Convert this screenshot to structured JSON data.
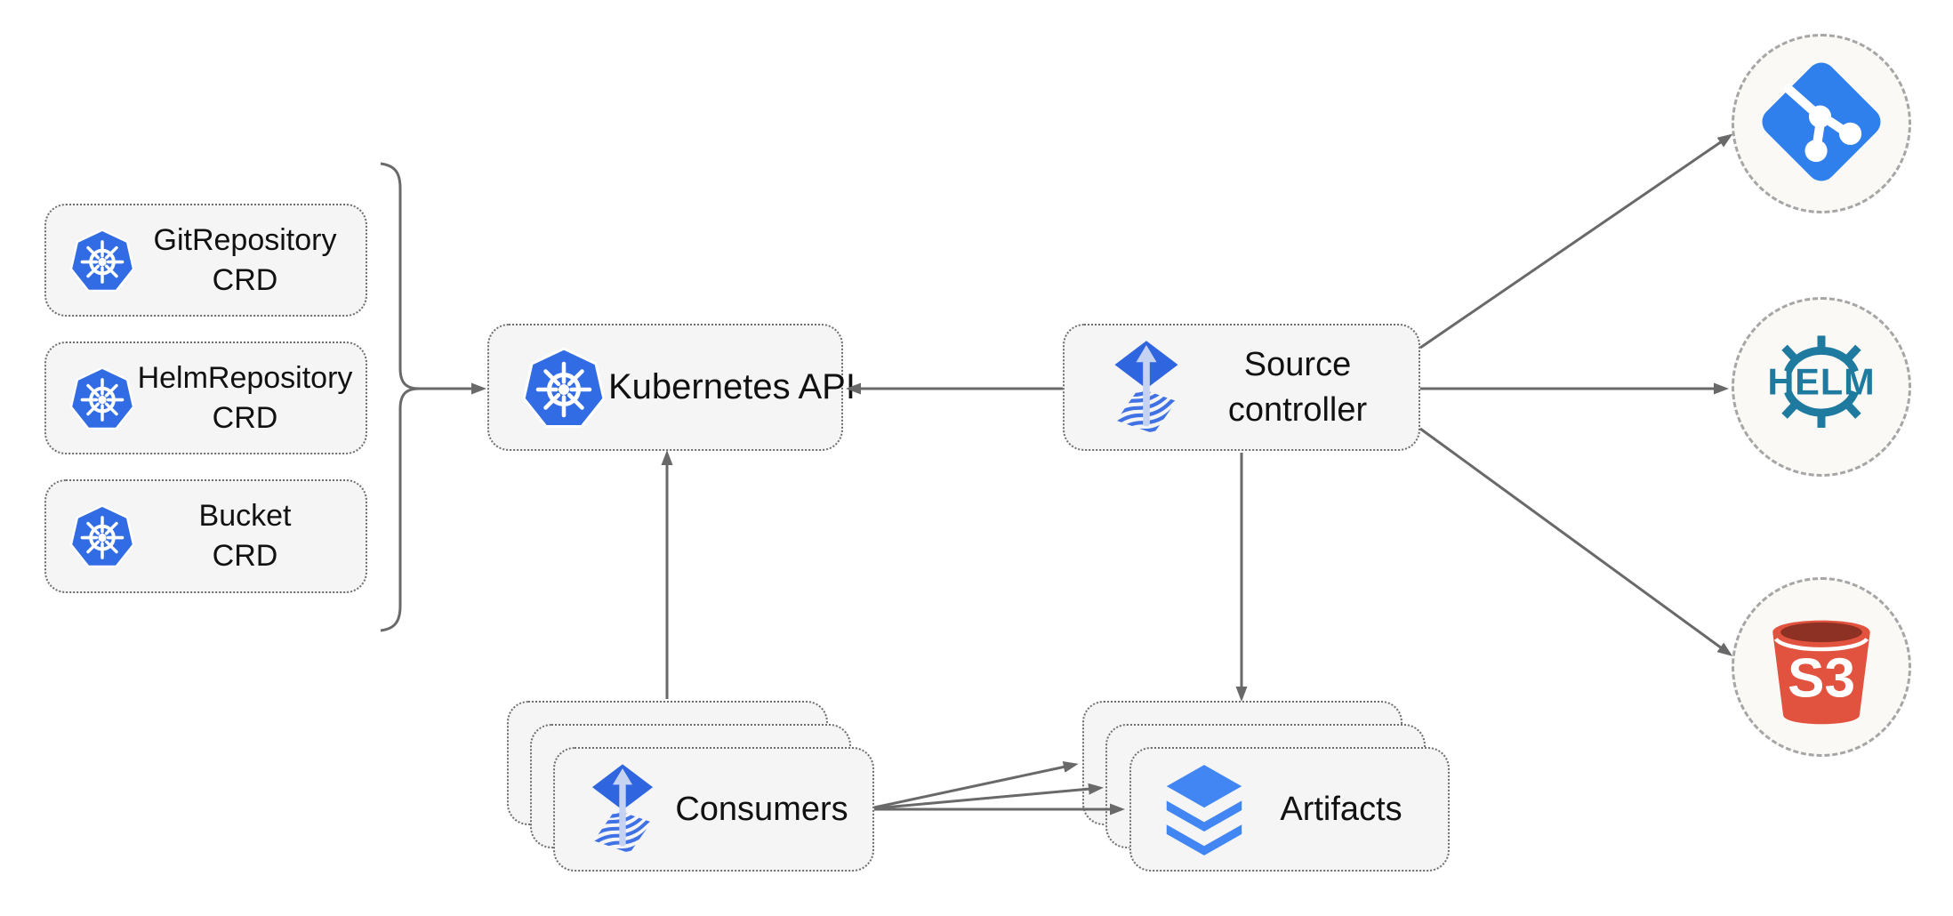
{
  "diagram": {
    "crds": [
      {
        "line1": "GitRepository",
        "line2": "CRD"
      },
      {
        "line1": "HelmRepository",
        "line2": "CRD"
      },
      {
        "line1": "Bucket",
        "line2": "CRD"
      }
    ],
    "kubernetes_api": {
      "label": "Kubernetes API"
    },
    "source_controller": {
      "line1": "Source",
      "line2": "controller"
    },
    "consumers": {
      "label": "Consumers"
    },
    "artifacts": {
      "label": "Artifacts"
    },
    "externals": {
      "helm_text": "HELM",
      "s3_text": "S3"
    },
    "colors": {
      "node_fill": "#f5f5f5",
      "node_border": "#6e6e6e",
      "circle_fill": "#faf9f6",
      "circle_border": "#a6a6a6",
      "arrow": "#696969",
      "kubernetes_blue": "#326ce5",
      "flux_blue": "#2f66e0",
      "flux_wave_blue": "#4072e6",
      "flux_arrow_light": "#c6d2f2",
      "layers_blue": "#4286f4",
      "git_blue": "#2f80ed",
      "helm_teal": "#1e7a9e",
      "s3_red": "#e1533f",
      "s3_dark_red": "#8c3123",
      "text": "#111111"
    }
  }
}
